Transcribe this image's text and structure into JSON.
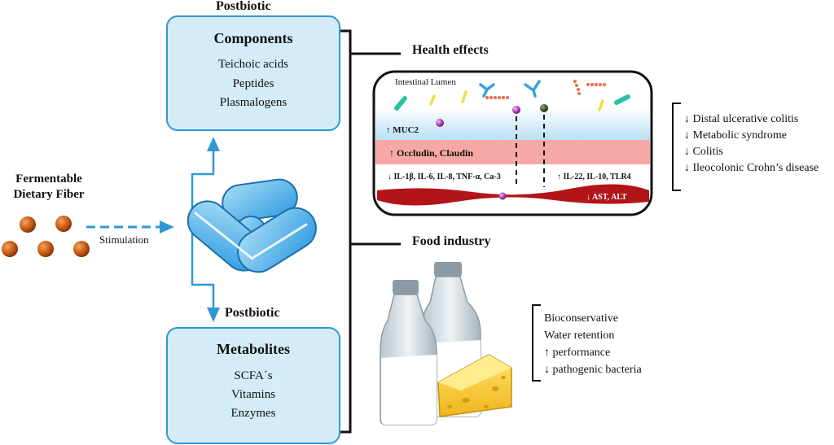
{
  "fermentable": {
    "line1": "Fermentable",
    "line2": "Dietary Fiber",
    "stimulation": "Stimulation"
  },
  "top_section": {
    "header": "Postbiotic",
    "title": "Components",
    "items": [
      "Teichoic acids",
      "Peptides",
      "Plasmalogens"
    ]
  },
  "bottom_section": {
    "header": "Postbiotic",
    "title": "Metabolites",
    "items": [
      "SCFA´s",
      "Vitamins",
      "Enzymes"
    ]
  },
  "health": {
    "title": "Health effects",
    "lumen": "Intestinal Lumen",
    "muc2": "↑ MUC2",
    "occludin": "↑ Occludin, Claudin",
    "il_down": "↓ IL-1β, IL-6, IL-8, TNF-α, Ca-3",
    "il_up": "↑ IL-22, IL-10, TLR4",
    "ast": "↓ AST, ALT",
    "effects": [
      "↓ Distal ulcerative colitis",
      "↓ Metabolic syndrome",
      "↓ Colitis",
      "↓ Ileocolonic Crohn’s disease"
    ]
  },
  "food": {
    "title": "Food industry",
    "effects": [
      "Bioconservative",
      "Water retention",
      "↑ performance",
      "↓ pathogenic bacteria"
    ]
  },
  "colors": {
    "box_fill": "#d3ecf8",
    "box_border": "#2f97d4",
    "arrow_blue": "#2f97d4",
    "fiber_orange": "#c65a14",
    "mucus_blue": "#bfe3f6",
    "tight_junction_pink": "#f6a9a4",
    "blood_red": "#b2141a"
  }
}
